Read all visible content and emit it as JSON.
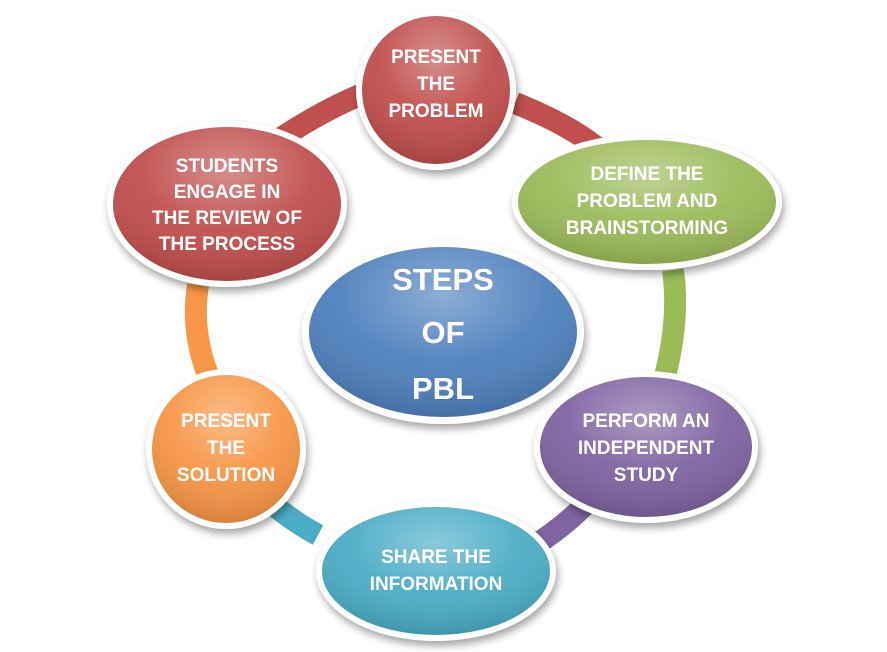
{
  "diagram": {
    "center": {
      "lines": [
        "STEPS",
        "OF",
        "PBL"
      ],
      "color": "#4F81BD"
    },
    "steps": [
      {
        "id": "present-problem",
        "lines": [
          "PRESENT",
          "THE",
          "PROBLEM"
        ],
        "color": "#C0504D"
      },
      {
        "id": "define-problem",
        "lines": [
          "DEFINE THE",
          "PROBLEM AND",
          "BRAINSTORMING"
        ],
        "color": "#9BBB59"
      },
      {
        "id": "independent-study",
        "lines": [
          "PERFORM AN",
          "INDEPENDENT",
          "STUDY"
        ],
        "color": "#8064A2"
      },
      {
        "id": "share-information",
        "lines": [
          "SHARE THE",
          "INFORMATION"
        ],
        "color": "#4BACC6"
      },
      {
        "id": "present-solution",
        "lines": [
          "PRESENT",
          "THE",
          "SOLUTION"
        ],
        "color": "#F79646"
      },
      {
        "id": "review-process",
        "lines": [
          "STUDENTS",
          "ENGAGE IN",
          "THE REVIEW OF",
          "THE PROCESS"
        ],
        "color": "#C0504D"
      }
    ]
  }
}
